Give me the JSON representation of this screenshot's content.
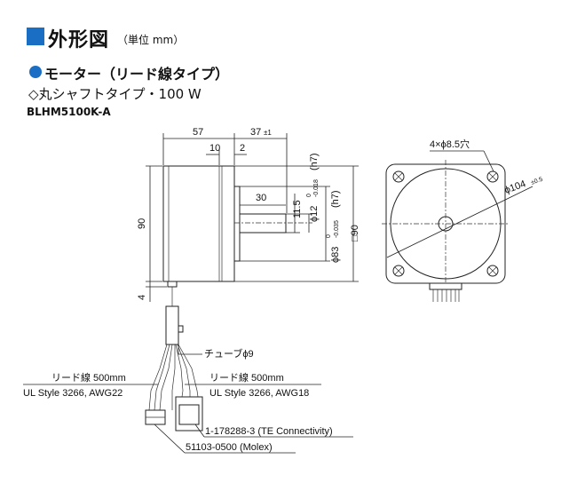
{
  "heading": {
    "title": "外形図",
    "unit": "（単位 mm）"
  },
  "subtitle": {
    "motor_type": "モーター（リード線タイプ）",
    "shaft_type": "◇丸シャフトタイプ・100 W",
    "model": "BLHM5100K-A"
  },
  "dimensions": {
    "d57": "57",
    "d37": "37",
    "d37_tol": "±1",
    "d10": "10",
    "d2": "2",
    "d30": "30",
    "d11_5": "11.5",
    "d90": "90",
    "d4": "4",
    "shaft": "ϕ12",
    "shaft_tol_up": "0",
    "shaft_tol_low": "-0.018",
    "shaft_fit": "(h7)",
    "pilot": "ϕ83",
    "pilot_tol_up": "0",
    "pilot_tol_low": "-0.035",
    "pilot_fit": "(h7)",
    "square": "□90",
    "holes": "4×ϕ8.5穴",
    "pcd": "ϕ104",
    "pcd_tol": "±0.5"
  },
  "labels": {
    "tube": "チューブϕ9",
    "lead1_title": "リード線 500mm",
    "lead1_spec": "UL Style 3266, AWG22",
    "lead2_title": "リード線 500mm",
    "lead2_spec": "UL Style 3266, AWG18",
    "conn1": "1-178288-3 (TE Connectivity)",
    "conn2": "51103-0500 (Molex)"
  },
  "colors": {
    "accent": "#1a6fc4",
    "line": "#222222"
  }
}
